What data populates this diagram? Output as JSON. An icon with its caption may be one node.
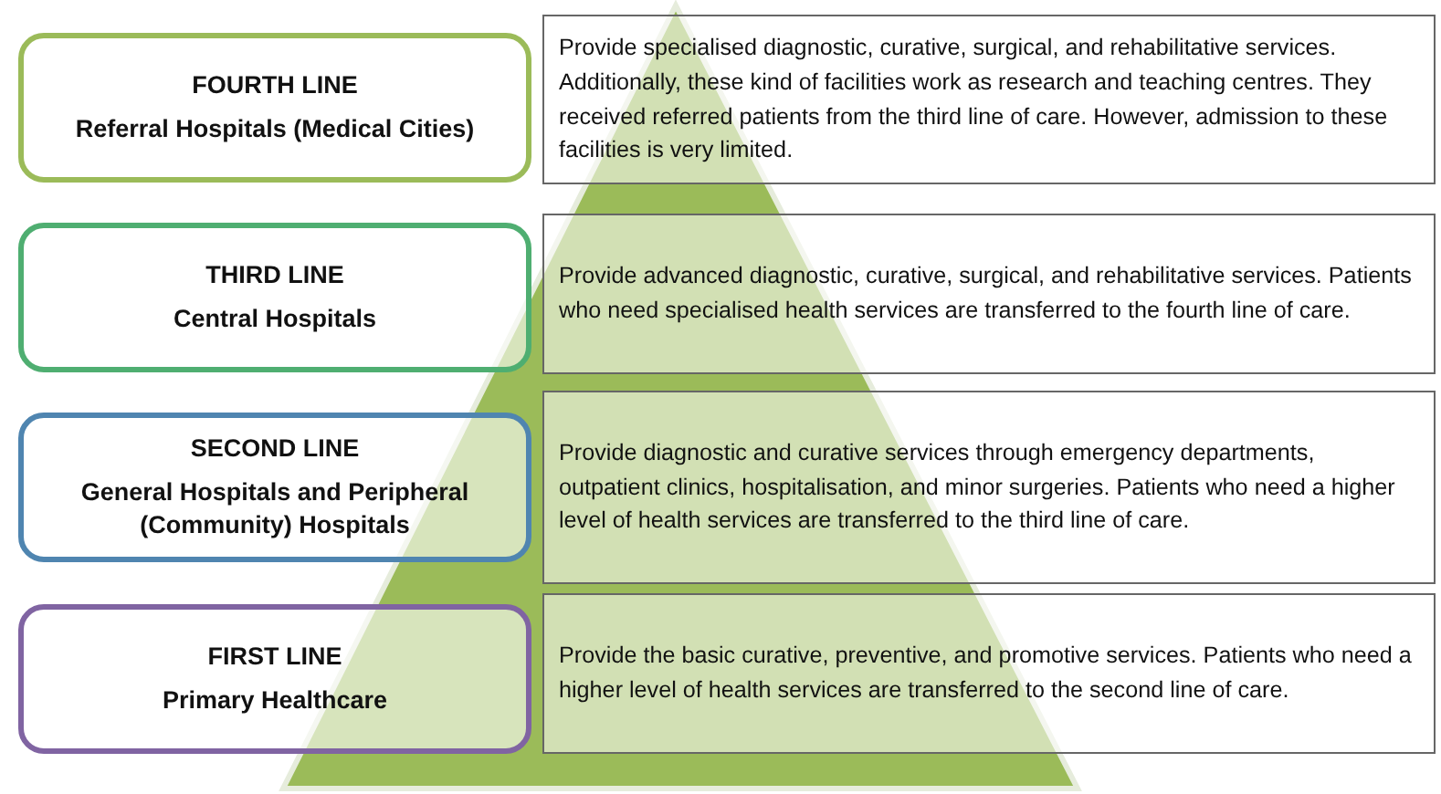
{
  "diagram": {
    "nodes": [
      {
        "text": [
          "FOURTH LINE",
          "Referral Hospitals (Medical Cities)"
        ]
      },
      {
        "text": [
          "Provide specialised diagnostic, curative, surgical, and rehabilitative services. Additionally, these kind of facilities work as research and teaching centres. They received referred patients from the third line of care. However, admission to these facilities is very limited."
        ]
      },
      {
        "text": [
          "THIRD LINE",
          "Central Hospitals"
        ]
      },
      {
        "text": [
          "Provide advanced diagnostic, curative, surgical, and rehabilitative services. Patients who need specialised health services are transferred to the fourth line of care."
        ]
      },
      {
        "text": [
          "SECOND LINE",
          "General Hospitals and Peripheral (Community) Hospitals"
        ]
      },
      {
        "text": [
          "Provide diagnostic and curative services through emergency departments, outpatient clinics, hospitalisation, and minor surgeries. Patients who need a higher level of health services are transferred to the third line of care."
        ]
      },
      {
        "text": [
          "FIRST LINE",
          "Primary Healthcare"
        ]
      },
      {
        "text": [
          "Provide the basic curative, preventive, and promotive services. Patients who need a higher level of health services are transferred to the second line of care."
        ]
      }
    ],
    "edges": []
  }
}
